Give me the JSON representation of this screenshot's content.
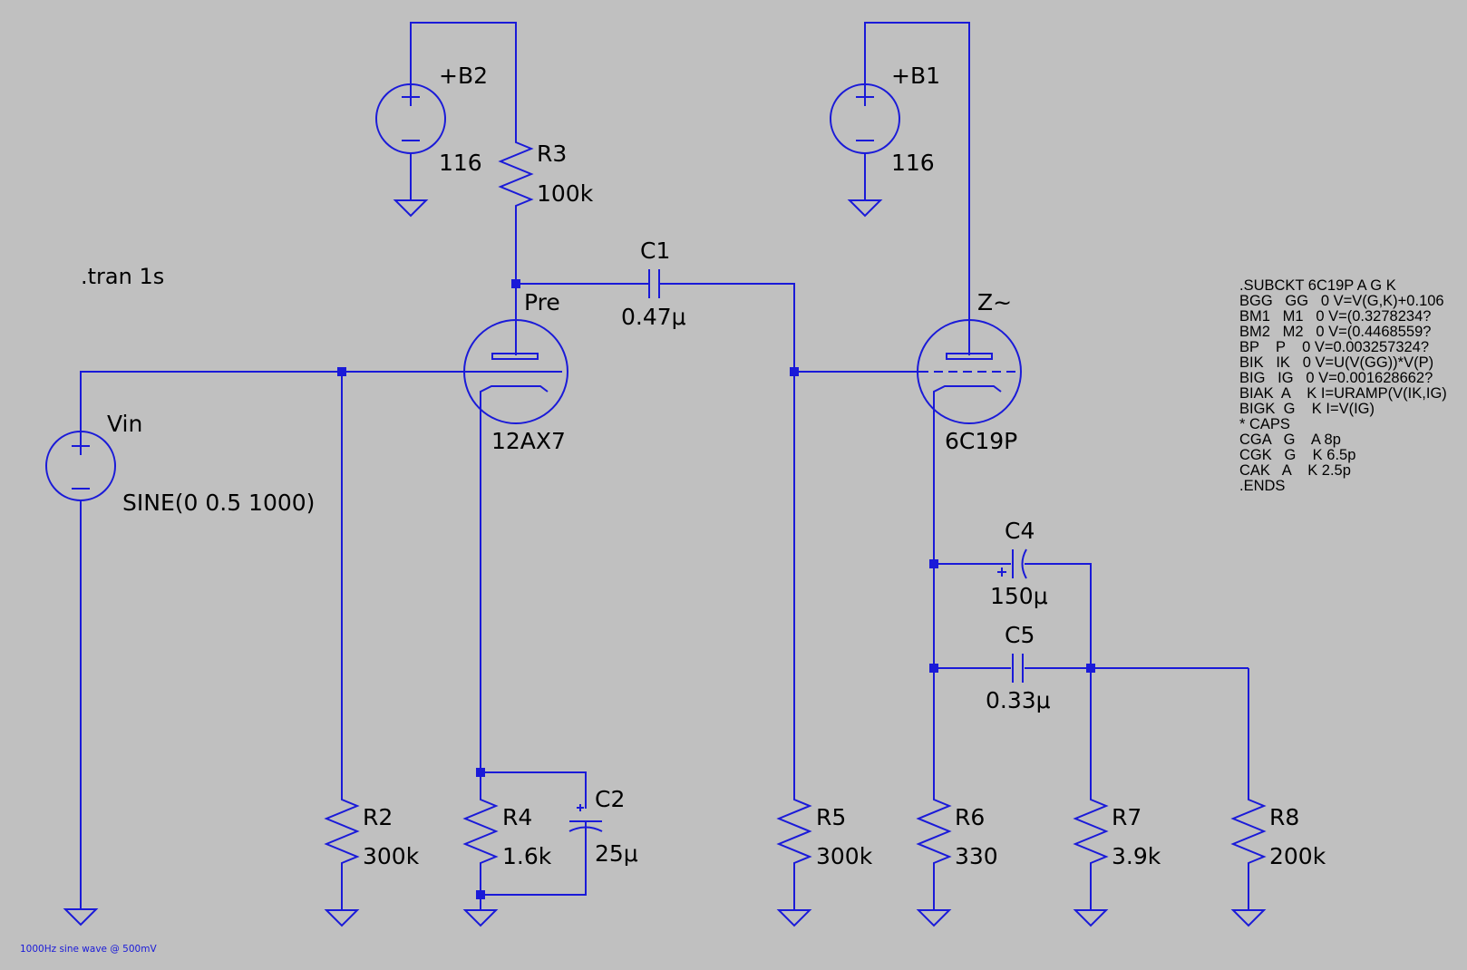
{
  "directive": ".tran 1s",
  "note": "1000Hz sine wave @ 500mV",
  "nets": {
    "pre": "Pre",
    "z": "Z~"
  },
  "components": {
    "B2": {
      "name": "+B2",
      "value": "116"
    },
    "B1": {
      "name": "+B1",
      "value": "116"
    },
    "R3": {
      "name": "R3",
      "value": "100k"
    },
    "C1": {
      "name": "C1",
      "value": "0.47μ"
    },
    "V1": {
      "name": "12AX7"
    },
    "V2": {
      "name": "6C19P"
    },
    "Vin": {
      "name": "Vin",
      "value": "SINE(0 0.5 1000)"
    },
    "R2": {
      "name": "R2",
      "value": "300k"
    },
    "R4": {
      "name": "R4",
      "value": "1.6k"
    },
    "C2": {
      "name": "C2",
      "value": "25μ"
    },
    "R5": {
      "name": "R5",
      "value": "300k"
    },
    "C4": {
      "name": "C4",
      "value": "150μ"
    },
    "C5": {
      "name": "C5",
      "value": "0.33μ"
    },
    "R6": {
      "name": "R6",
      "value": "330"
    },
    "R7": {
      "name": "R7",
      "value": "3.9k"
    },
    "R8": {
      "name": "R8",
      "value": "200k"
    }
  },
  "subckt_lines": [
    ".SUBCKT 6C19P A G K",
    "BGG   GG   0 V=V(G,K)+0.106",
    "BM1   M1   0 V=(0.3278234?",
    "BM2   M2   0 V=(0.4468559?",
    "BP    P    0 V=0.003257324?",
    "BIK   IK   0 V=U(V(GG))*V(P)",
    "BIG   IG   0 V=0.001628662?",
    "BIAK  A    K I=URAMP(V(IK,IG)",
    "BIGK  G    K I=V(IG)",
    "* CAPS",
    "CGA   G    A 8p",
    "CGK   G    K 6.5p",
    "CAK   A    K 2.5p",
    ".ENDS"
  ]
}
